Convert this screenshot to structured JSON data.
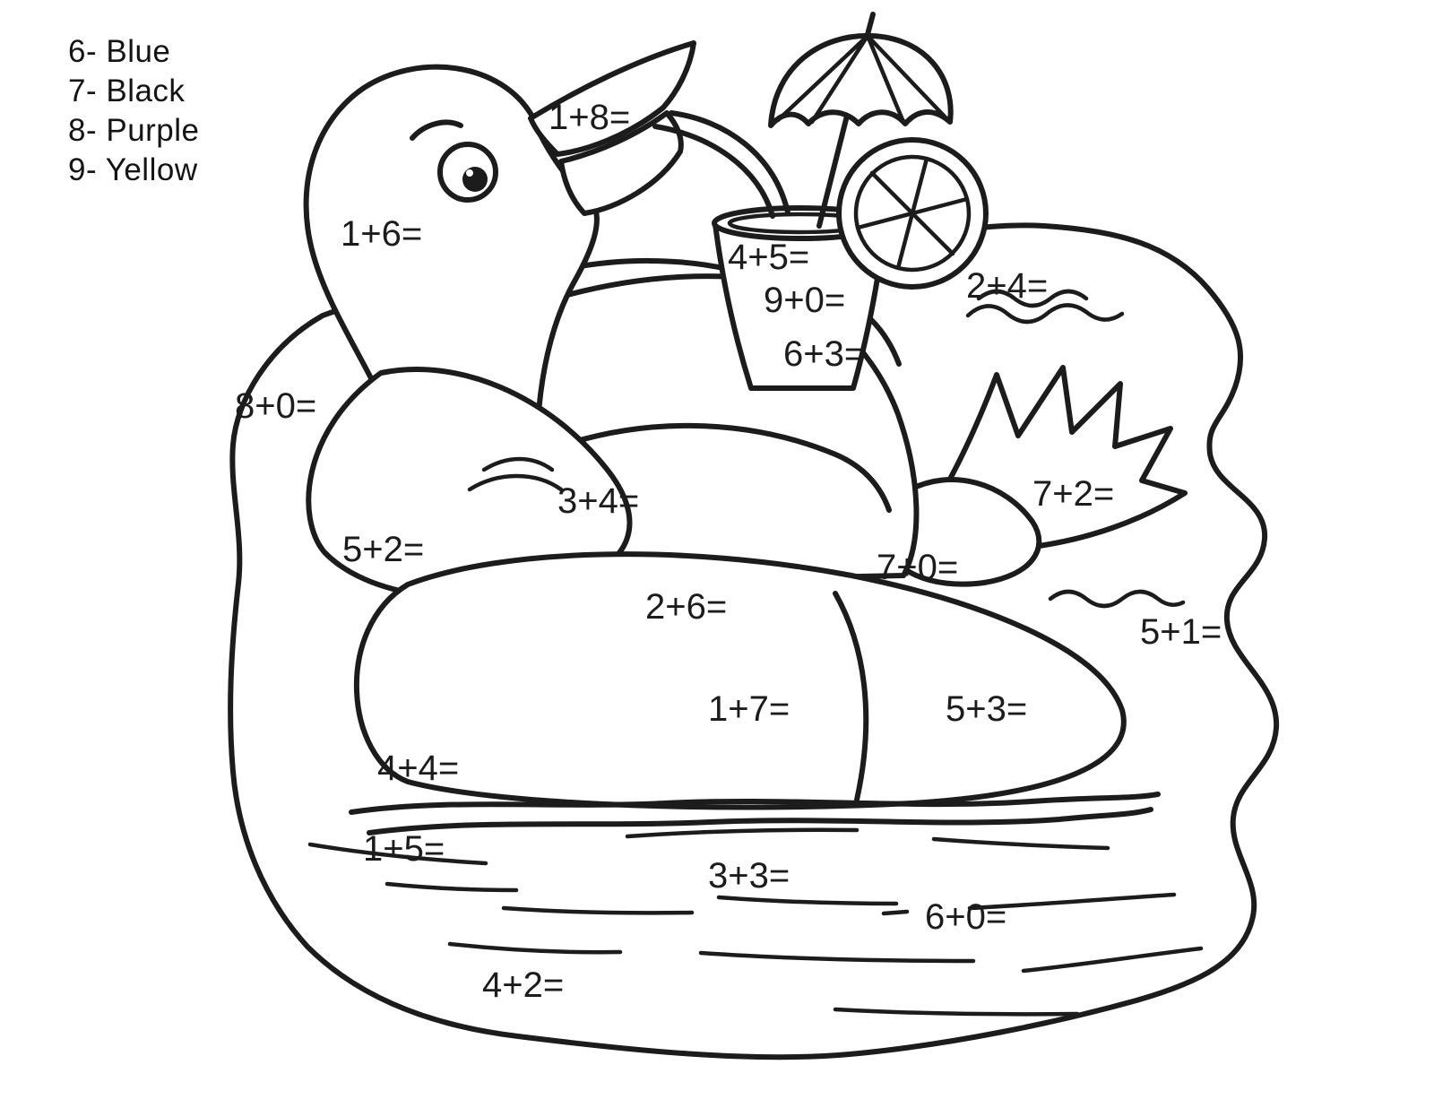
{
  "page": {
    "background_color": "#ffffff",
    "ink_color": "#1c1c1c"
  },
  "color_key": {
    "items": [
      {
        "number": "6",
        "color_name": "Blue",
        "label": "6- Blue"
      },
      {
        "number": "7",
        "color_name": "Black",
        "label": "7- Black"
      },
      {
        "number": "8",
        "color_name": "Purple",
        "label": "8- Purple"
      },
      {
        "number": "9",
        "color_name": "Yellow",
        "label": "9- Yellow"
      }
    ]
  },
  "math_problems": [
    {
      "text": "1+8="
    },
    {
      "text": "1+6="
    },
    {
      "text": "4+5="
    },
    {
      "text": "9+0="
    },
    {
      "text": "2+4="
    },
    {
      "text": "6+3="
    },
    {
      "text": "8+0="
    },
    {
      "text": "3+4="
    },
    {
      "text": "7+2="
    },
    {
      "text": "5+2="
    },
    {
      "text": "7+0="
    },
    {
      "text": "2+6="
    },
    {
      "text": "5+1="
    },
    {
      "text": "1+7="
    },
    {
      "text": "5+3="
    },
    {
      "text": "4+4="
    },
    {
      "text": "1+5="
    },
    {
      "text": "3+3="
    },
    {
      "text": "6+0="
    },
    {
      "text": "4+2="
    }
  ]
}
